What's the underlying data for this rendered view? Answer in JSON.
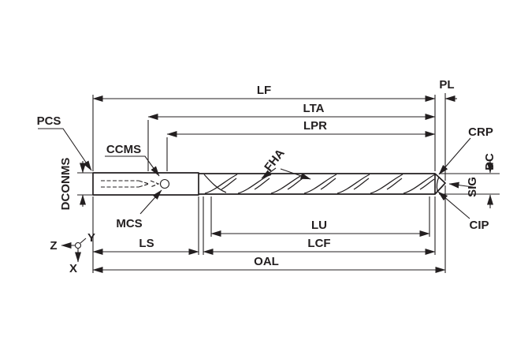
{
  "diagram": {
    "dimension_labels": {
      "lf": "LF",
      "pl": "PL",
      "lta": "LTA",
      "lpr": "LPR",
      "pcs": "PCS",
      "ccms": "CCMS",
      "dconms": "DCONMS",
      "mcs": "MCS",
      "fha": "FHA",
      "crp": "CRP",
      "dc": "DC",
      "sig": "SIG",
      "cip": "CIP",
      "lu": "LU",
      "lcf": "LCF",
      "ls": "LS",
      "oal": "OAL"
    },
    "axes": {
      "x": "X",
      "y": "Y",
      "z": "Z"
    },
    "colors": {
      "line": "#231f20",
      "background": "#ffffff"
    }
  }
}
